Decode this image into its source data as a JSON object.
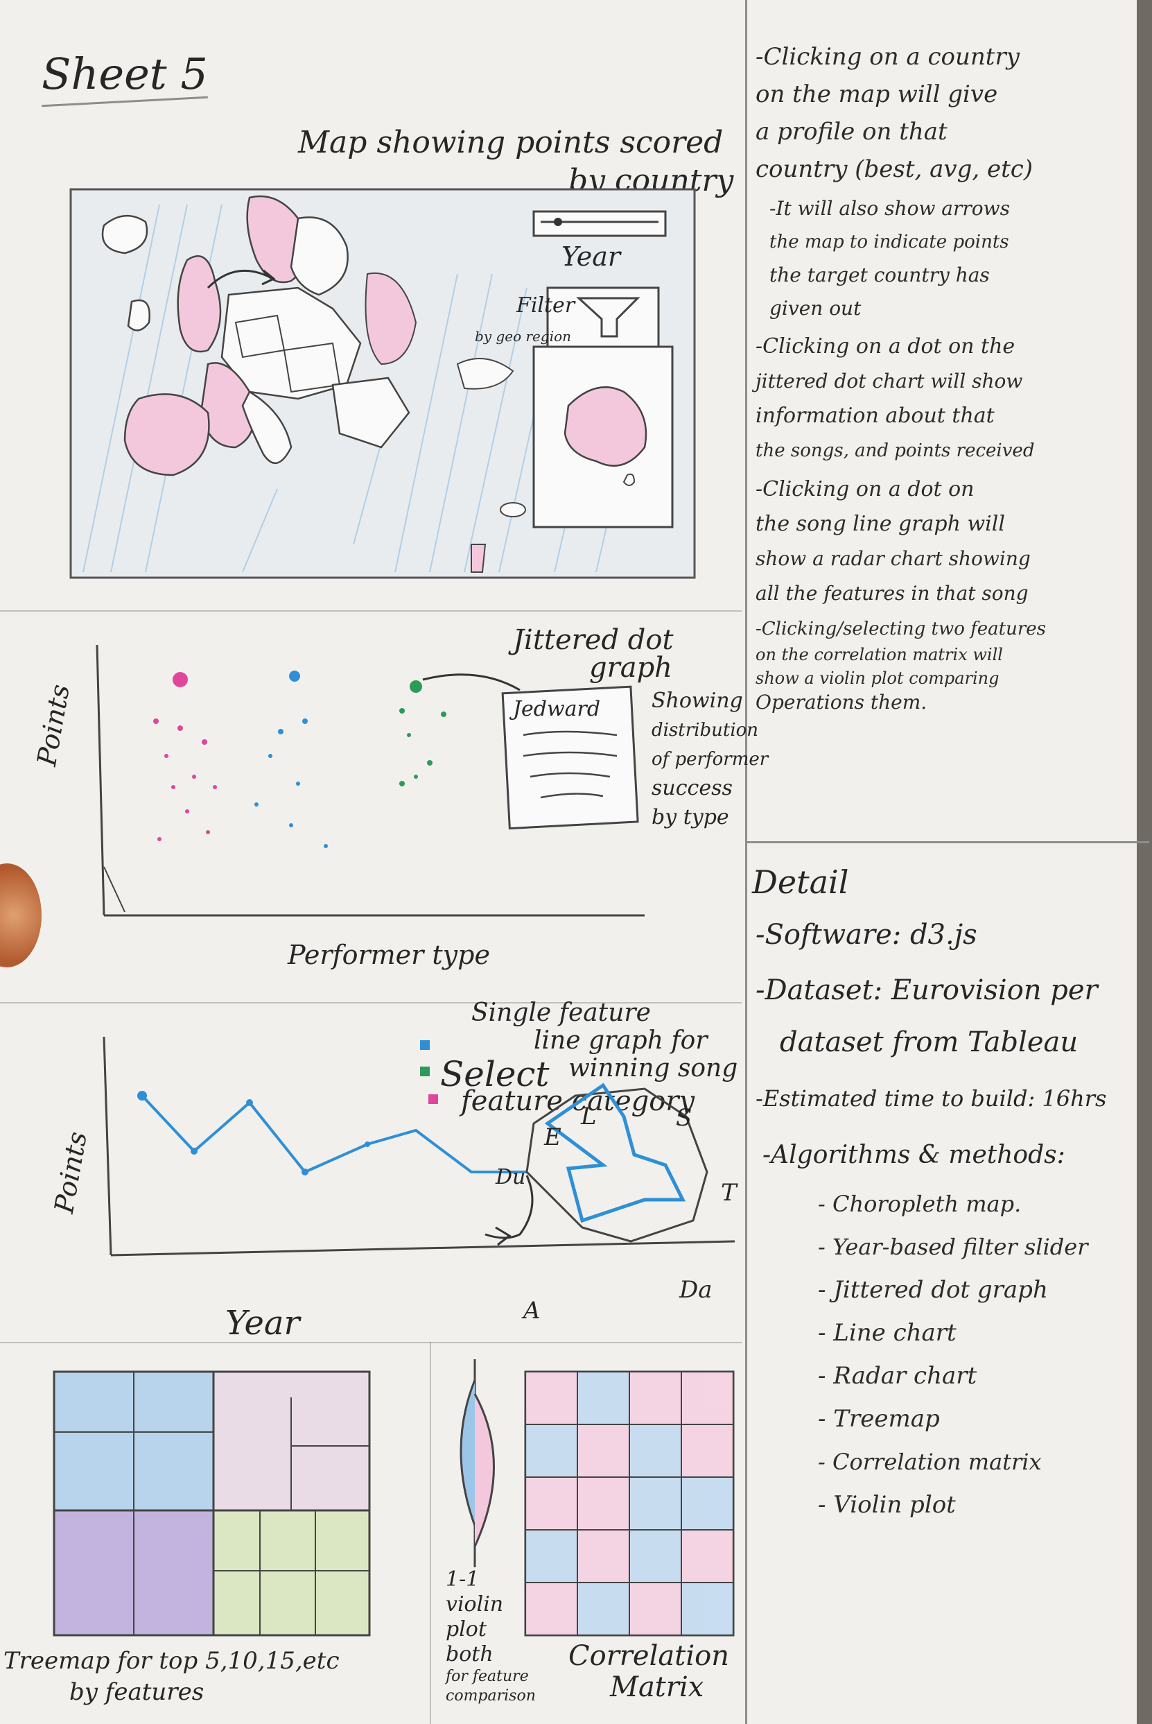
{
  "sheet_title": "Sheet 5",
  "map_section": {
    "title_line1": "Map showing points scored",
    "title_line2": "by country",
    "year_label": "Year",
    "filter_label": "Filter",
    "filter_sub": "by geo region"
  },
  "jitter_section": {
    "title_line1": "Jittered dot",
    "title_line2": "graph",
    "card_title": "Jedward",
    "desc": [
      "Showing",
      "distribution",
      "of performer",
      "success",
      "by type"
    ],
    "y_label": "Points",
    "x_label": "Performer type"
  },
  "line_section": {
    "title_line1": "Single feature",
    "title_line2": "line graph for",
    "title_line3": "winning song",
    "legend_text1": "Select",
    "legend_text2": "feature category",
    "y_label": "Points",
    "x_label": "Year",
    "radar_axes": [
      "L",
      "S",
      "Du",
      "T",
      "A",
      "Da",
      "E"
    ]
  },
  "bottom_section": {
    "treemap_caption_line1": "Treemap for top 5,10,15,etc",
    "treemap_caption_line2": "by features",
    "violin_caption": [
      "1-1",
      "violin",
      "plot",
      "both",
      "for feature",
      "comparison"
    ],
    "corr_caption_line1": "Correlation",
    "corr_caption_line2": "Matrix"
  },
  "operations": {
    "items": [
      [
        "-Clicking on a country",
        "on the map will give",
        "a profile on that",
        "country (best, avg, etc)"
      ],
      [
        "-It will also show arrows",
        "the map to indicate points",
        "the target country has",
        "given out"
      ],
      [
        "-Clicking on a dot on the",
        "jittered dot chart will show",
        "information about that",
        "the songs, and points received"
      ],
      [
        "-Clicking on a dot on",
        "the song line graph will",
        "show a radar chart showing",
        "all the features in that song"
      ],
      [
        "-Clicking/selecting two features",
        "on the correlation matrix will",
        "show a violin plot comparing",
        "Operations them."
      ]
    ]
  },
  "details": {
    "heading": "Detail",
    "software": "-Software: d3.js",
    "dataset_line1": "-Dataset: Eurovision per",
    "dataset_line2": "dataset from Tableau",
    "time": "-Estimated time to build: 16hrs",
    "algorithms_label": "-Algorithms & methods:",
    "algorithms": [
      "- Choropleth map.",
      "- Year-based filter slider",
      "- Jittered dot graph",
      "- Line chart",
      "- Radar chart",
      "- Treemap",
      "- Correlation matrix",
      "- Violin plot"
    ]
  },
  "colors": {
    "paper": "#f1f0ec",
    "pencil": "#333333",
    "pink": "#e0479a",
    "blue": "#2f8fd6",
    "green": "#2e9a5a",
    "purple": "#8a6fc4",
    "olive": "#8fb36a"
  }
}
